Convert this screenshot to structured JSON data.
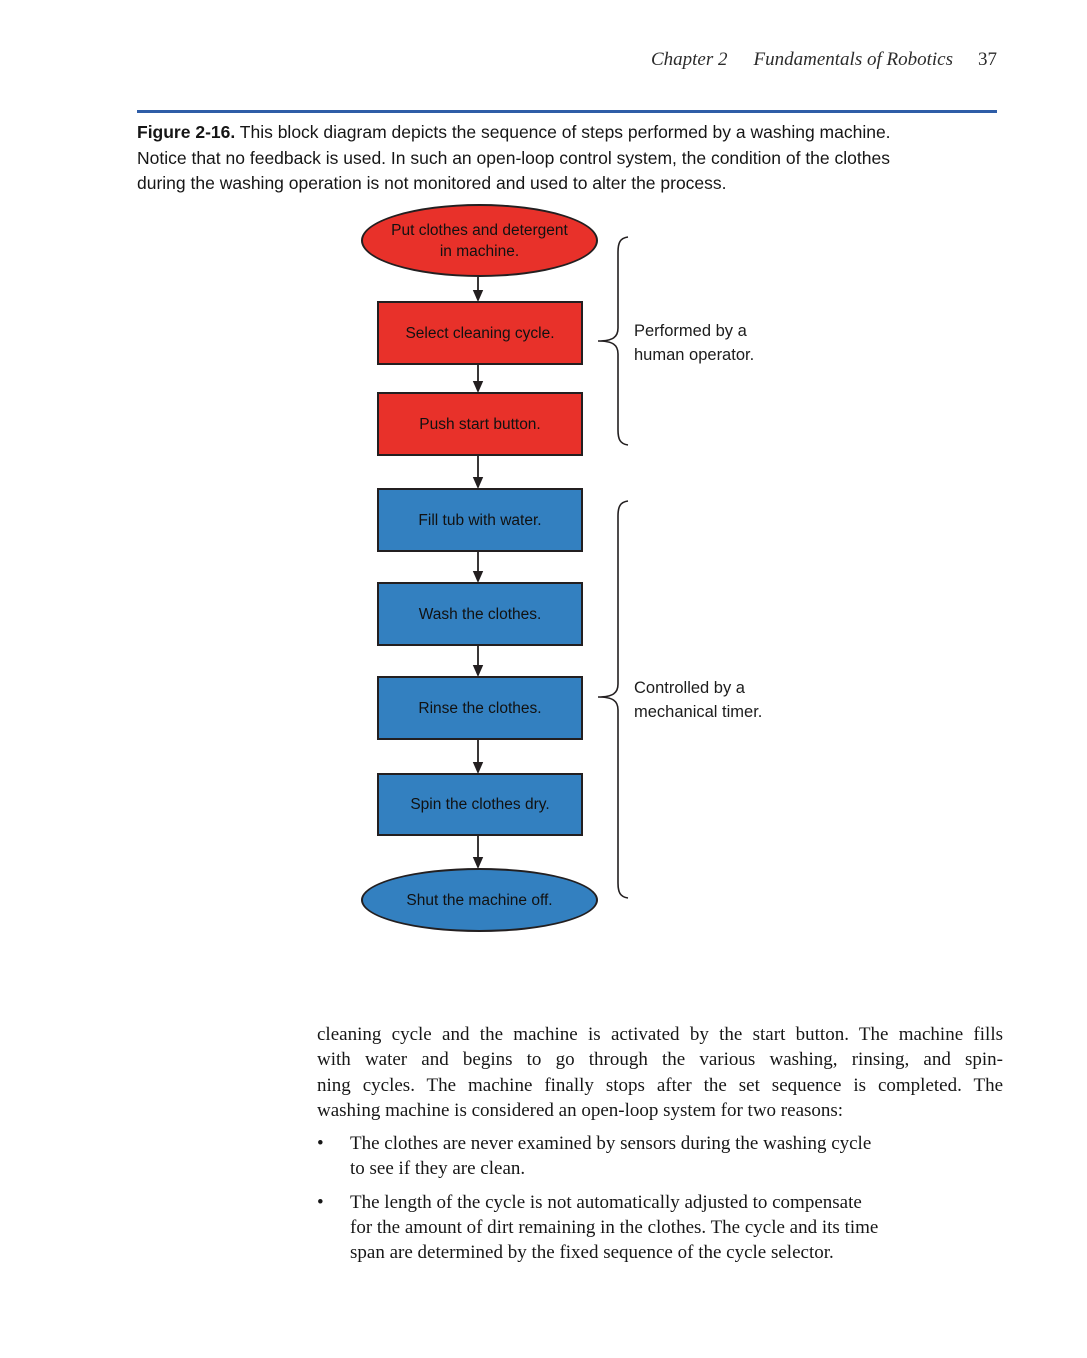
{
  "header": {
    "chapter": "Chapter 2",
    "book_title": "Fundamentals of Robotics",
    "page_number": "37"
  },
  "figure_caption": {
    "label": "Figure 2-16.",
    "lines": [
      "This block diagram depicts the sequence of steps performed by a washing machine.",
      "Notice that no feedback is used. In such an open-loop control system, the condition of the clothes",
      "during the washing operation is not monitored and used to alter the process."
    ]
  },
  "diagram": {
    "type": "flowchart",
    "nodes": [
      {
        "shape": "ellipse",
        "group": "human-operator",
        "label": "Put clothes and detergent\nin machine."
      },
      {
        "shape": "rectangle",
        "group": "human-operator",
        "label": "Select cleaning cycle."
      },
      {
        "shape": "rectangle",
        "group": "human-operator",
        "label": "Push start button."
      },
      {
        "shape": "rectangle",
        "group": "mechanical-timer",
        "label": "Fill tub with water."
      },
      {
        "shape": "rectangle",
        "group": "mechanical-timer",
        "label": "Wash the clothes."
      },
      {
        "shape": "rectangle",
        "group": "mechanical-timer",
        "label": "Rinse the clothes."
      },
      {
        "shape": "rectangle",
        "group": "mechanical-timer",
        "label": "Spin the clothes dry."
      },
      {
        "shape": "ellipse",
        "group": "mechanical-timer",
        "label": "Shut the machine off."
      }
    ],
    "braces": [
      {
        "lines": [
          "Performed by a",
          "human operator."
        ]
      },
      {
        "lines": [
          "Controlled by a",
          "mechanical timer."
        ]
      }
    ],
    "colors": {
      "human_fill": "#e8312a",
      "timer_fill": "#3380c0",
      "outline": "#231f20",
      "rule_blue": "#2e5da7"
    }
  },
  "body_text": {
    "paragraph_lines": [
      "cleaning cycle and the machine is activated by the start button. The machine fills",
      "with water and begins to go through the various washing, rinsing, and spin-",
      "ning cycles. The machine finally stops after the set sequence is completed. The",
      "washing machine is considered an open-loop system for two reasons:"
    ],
    "bullets": [
      {
        "marker": "•",
        "lines": [
          "The clothes are never examined by sensors during the washing cycle",
          "to see if they are clean."
        ]
      },
      {
        "marker": "•",
        "lines": [
          "The length of the cycle is not automatically adjusted to compensate",
          "for the amount of dirt remaining in the clothes. The cycle and its time",
          "span are determined by the fixed sequence of the cycle selector."
        ]
      }
    ]
  }
}
